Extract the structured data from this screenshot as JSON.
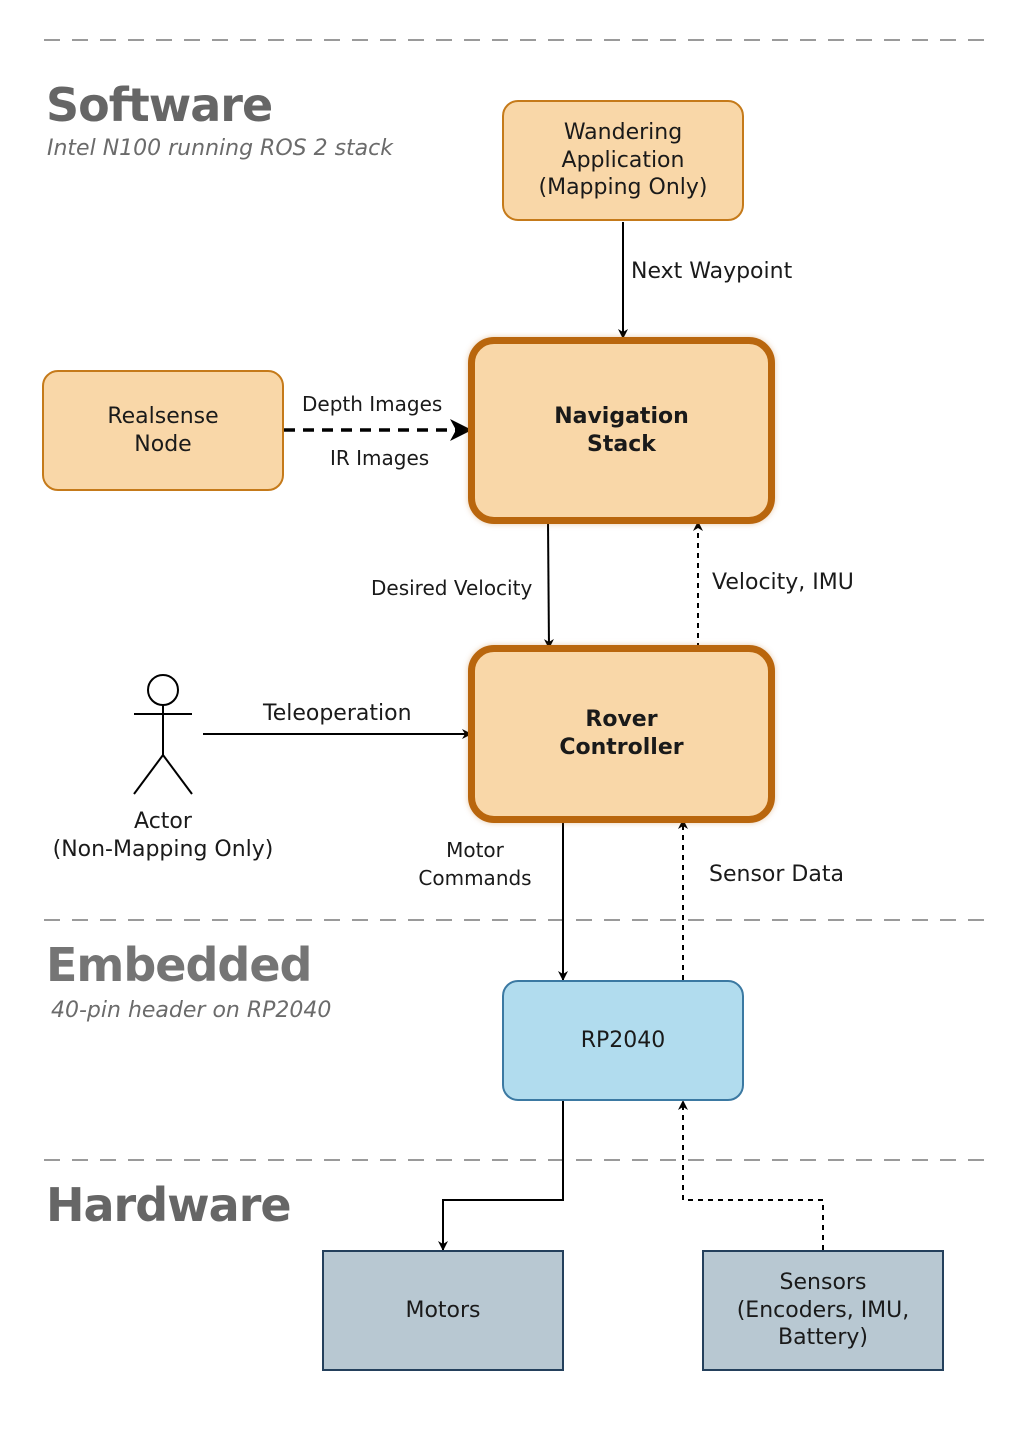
{
  "sections": {
    "software": {
      "title": "Software",
      "subtitle": "Intel N100 running ROS 2 stack"
    },
    "embedded": {
      "title": "Embedded",
      "subtitle": "40-pin header on RP2040"
    },
    "hardware": {
      "title": "Hardware"
    }
  },
  "nodes": {
    "wandering": "Wandering\nApplication\n(Mapping Only)",
    "realsense": "Realsense\nNode",
    "navigation": "Navigation\nStack",
    "rover": "Rover\nController",
    "rp2040": "RP2040",
    "motors": "Motors",
    "sensors": "Sensors\n(Encoders, IMU,\nBattery)",
    "actor": "Actor\n(Non-Mapping Only)"
  },
  "edges": {
    "next_waypoint": "Next Waypoint",
    "depth_images": "Depth Images",
    "ir_images": "IR Images",
    "desired_velocity": "Desired Velocity",
    "velocity_imu": "Velocity, IMU",
    "teleoperation": "Teleoperation",
    "motor_commands": "Motor\nCommands",
    "sensor_data": "Sensor Data"
  },
  "colors": {
    "software_fill": "#f9d7a8",
    "software_border": "#b9660d",
    "embedded_fill": "#b1dcee",
    "embedded_border": "#3b79a2",
    "hardware_fill": "#b8c8d2",
    "hardware_border": "#24405c",
    "divider": "#9a9a9a",
    "section_title": "#666666"
  }
}
